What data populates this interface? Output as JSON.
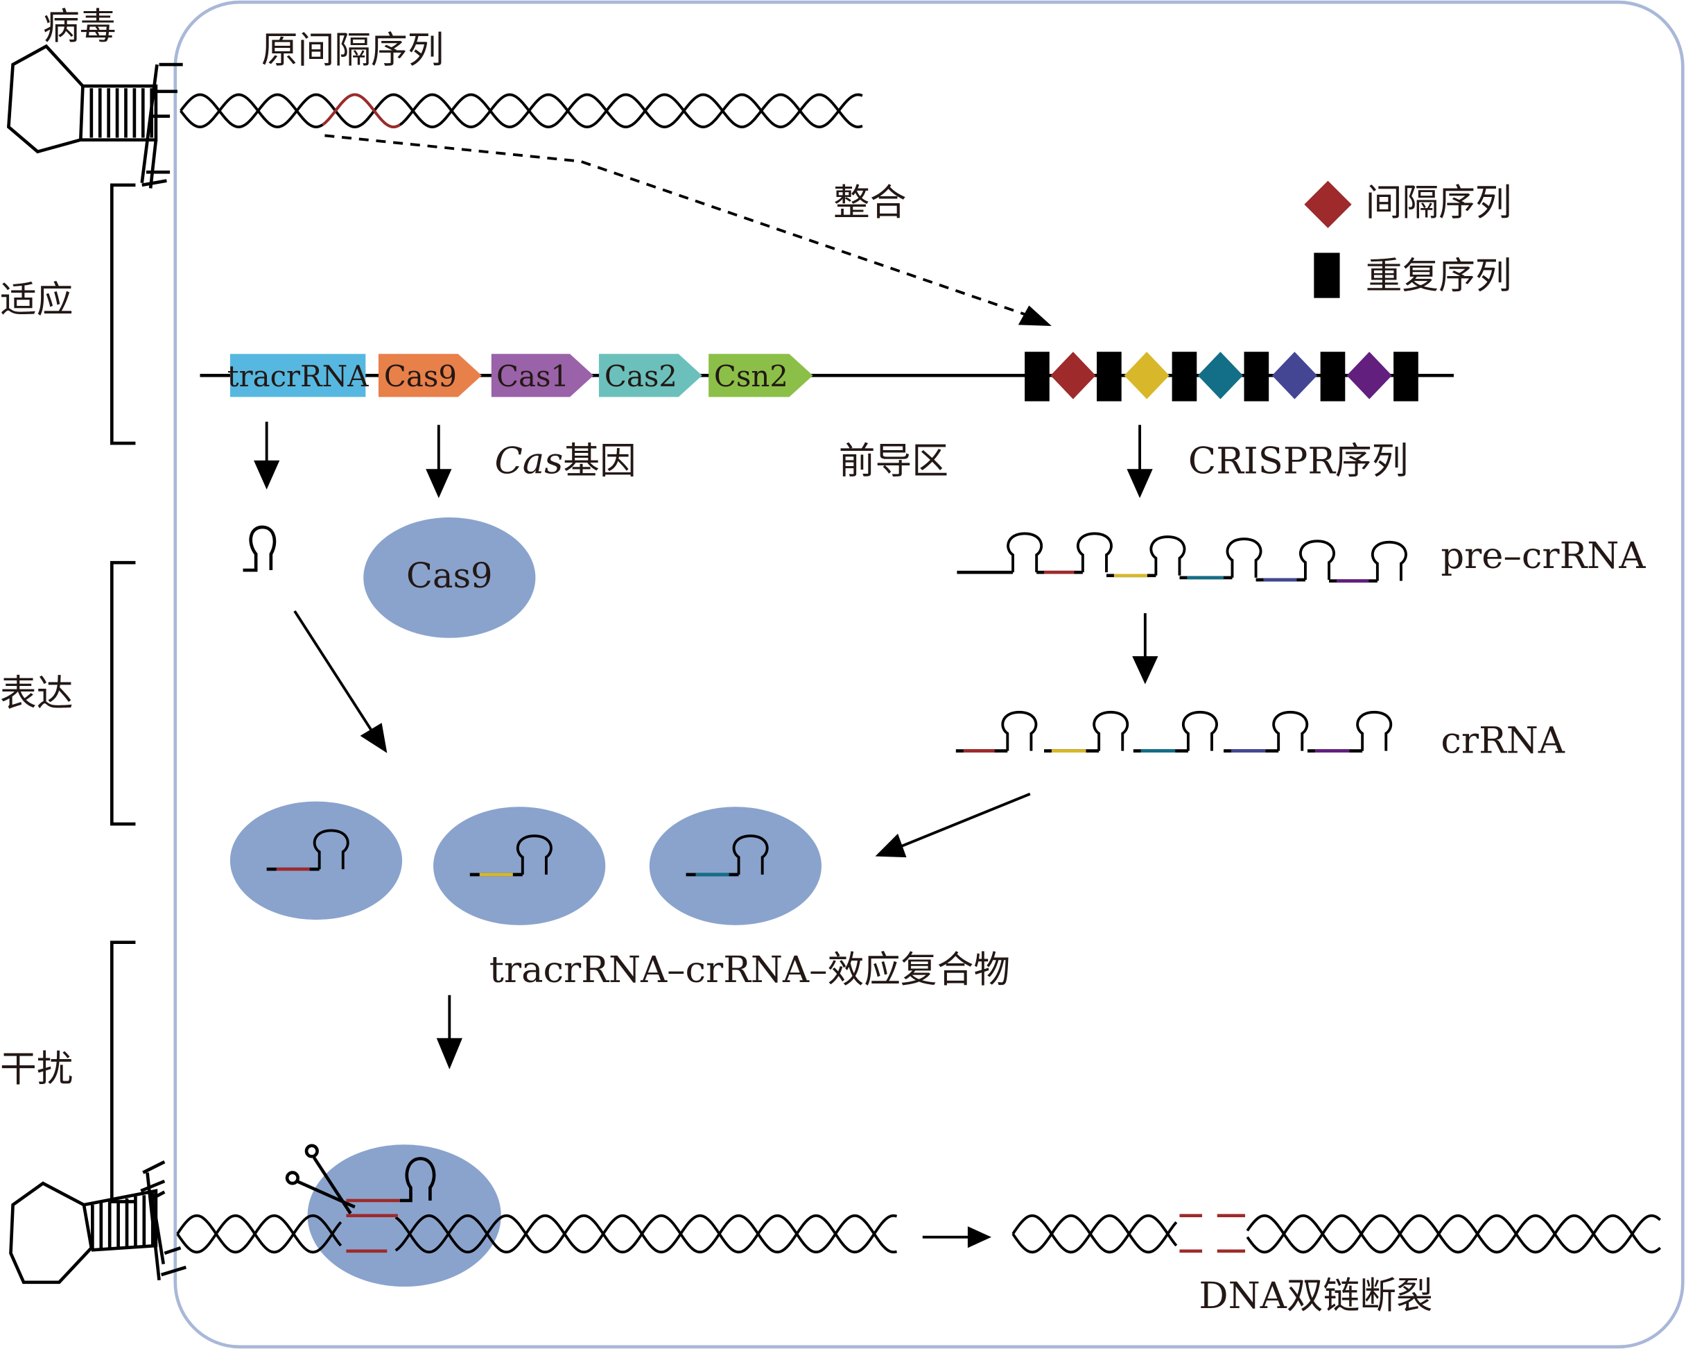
{
  "colors": {
    "frame": "#a9b8d8",
    "protein": "#8aa3cd",
    "tracrRNA": "#56b8e0",
    "Cas9": "#e8804a",
    "Cas1": "#9a62a8",
    "Cas2": "#6cc0bb",
    "Csn2": "#8cbf48",
    "spacers": [
      "#9e2a2b",
      "#d8b82a",
      "#136e87",
      "#444694",
      "#621f7e"
    ],
    "repeat": "#000000"
  },
  "stages": {
    "virus": "病毒",
    "adaptation": "适应",
    "expression": "表达",
    "interference": "干扰"
  },
  "labels": {
    "protospacer": "原间隔序列",
    "integration": "整合",
    "cas_genes_italic": "Cas",
    "cas_genes_suffix": "基因",
    "leader": "前导区",
    "crispr_array": "CRISPR序列",
    "cas9_protein": "Cas9",
    "pre_crrna": "pre–crRNA",
    "crrna": "crRNA",
    "complex": "tracrRNA–crRNA–效应复合物",
    "dsb": "DNA双链断裂"
  },
  "legend": [
    {
      "icon": "spacer-diamond",
      "label": "间隔序列"
    },
    {
      "icon": "repeat-bar",
      "label": "重复序列"
    }
  ],
  "genes": [
    {
      "key": "tracrRNA",
      "label": "tracrRNA",
      "shape": "box"
    },
    {
      "key": "Cas9",
      "label": "Cas9",
      "shape": "arrow"
    },
    {
      "key": "Cas1",
      "label": "Cas1",
      "shape": "arrow"
    },
    {
      "key": "Cas2",
      "label": "Cas2",
      "shape": "arrow"
    },
    {
      "key": "Csn2",
      "label": "Csn2",
      "shape": "arrow"
    }
  ]
}
